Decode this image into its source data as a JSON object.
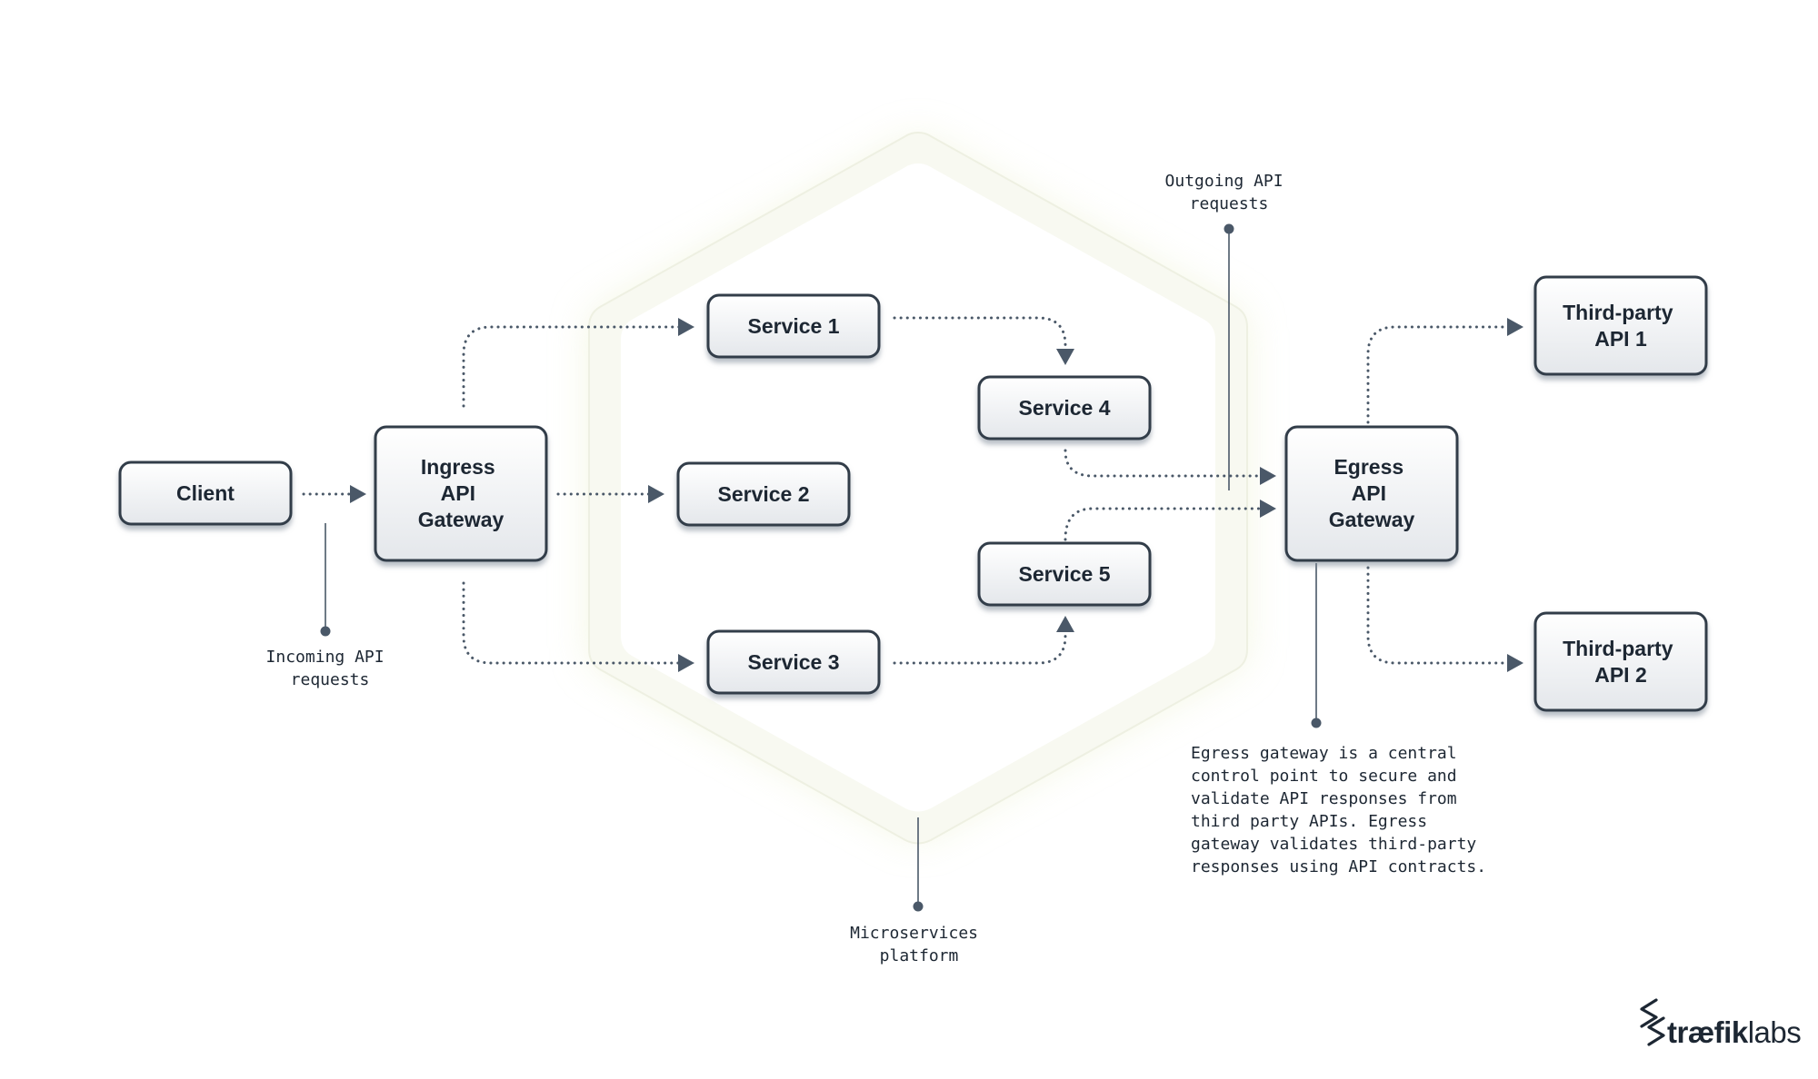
{
  "nodes": {
    "client": "Client",
    "ingress": [
      "Ingress",
      "API",
      "Gateway"
    ],
    "service1": "Service 1",
    "service2": "Service 2",
    "service3": "Service 3",
    "service4": "Service 4",
    "service5": "Service 5",
    "egress": [
      "Egress",
      "API",
      "Gateway"
    ],
    "thirdparty1": [
      "Third-party",
      "API 1"
    ],
    "thirdparty2": [
      "Third-party",
      "API 2"
    ]
  },
  "annotations": {
    "incoming": [
      "Incoming API",
      "requests"
    ],
    "outgoing": [
      "Outgoing API",
      "requests"
    ],
    "platform": [
      "Microservices",
      "platform"
    ],
    "egress_note": [
      "Egress gateway is a central",
      "control point to secure and",
      "validate API responses from",
      "third party APIs. Egress",
      "gateway validates third-party",
      "responses using API contracts."
    ]
  },
  "logo": {
    "bold": "træfik",
    "light": "labs",
    "icon": "traefik-logo-icon"
  },
  "colors": {
    "box_stroke": "#313d4a",
    "arrow": "#4a5868",
    "text": "#1d2733",
    "hex_glow": "#eef2d6"
  }
}
